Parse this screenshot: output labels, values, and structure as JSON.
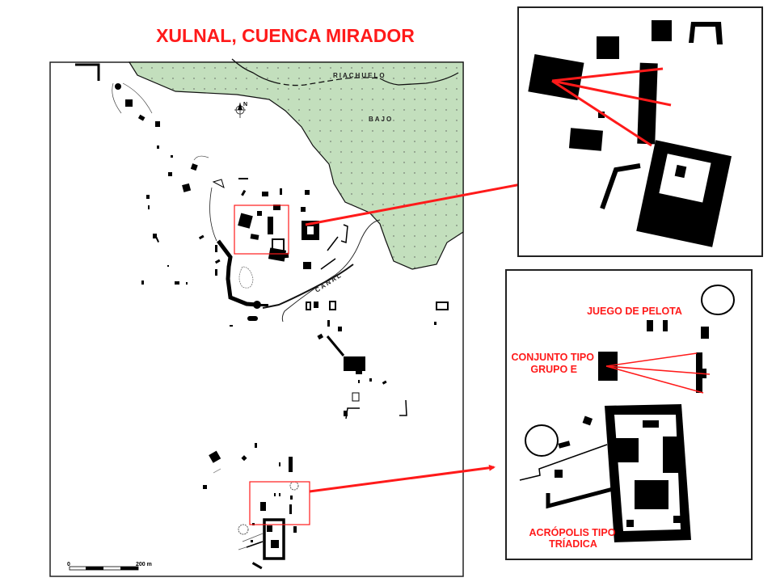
{
  "title": "XULNAL, CUENCA MIRADOR",
  "map": {
    "stream_label": "RIACHUELO",
    "swamp_label": "BAJO",
    "canal_label": "CANAL",
    "north_label": "N",
    "scale": {
      "start": "0",
      "end": "200 m"
    }
  },
  "inset_bottom": {
    "labels": {
      "ballcourt": "JUEGO DE PELOTA",
      "e_group_line1": "CONJUNTO TIPO",
      "e_group_line2": "GRUPO E",
      "acropolis_line1": "ACRÓPOLIS TIPO",
      "acropolis_line2": "TRÍADICA"
    }
  },
  "colors": {
    "bajo": "#c3dfbd",
    "highlight": "#ff1a1a",
    "structure": "#000000"
  }
}
